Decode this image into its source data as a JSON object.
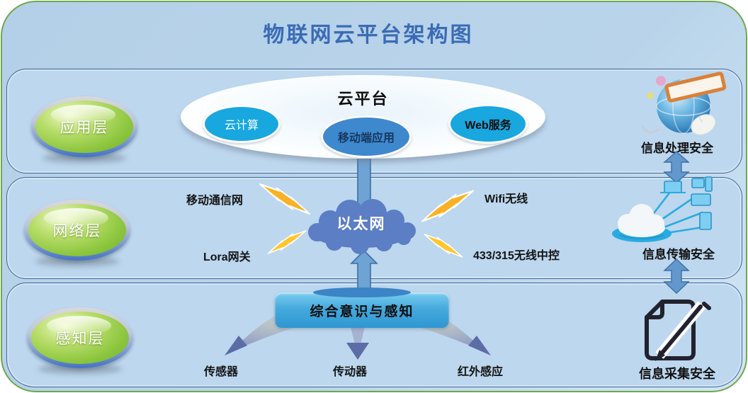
{
  "title": "物联网云平台架构图",
  "layers": {
    "application": {
      "badge": "应用层"
    },
    "network": {
      "badge": "网络层"
    },
    "perception": {
      "badge": "感知层"
    }
  },
  "cloud_platform": {
    "title": "云平台",
    "nodes": [
      {
        "label": "云计算"
      },
      {
        "label": "移动端应用"
      },
      {
        "label": "Web服务"
      }
    ]
  },
  "network_layer": {
    "hub": "以太网",
    "top_left": "移动通信网",
    "top_right": "Wifi无线",
    "bottom_left": "Lora网关",
    "bottom_right": "433/315无线中控"
  },
  "perception_layer": {
    "hub": "综合意识与感知",
    "items": [
      {
        "label": "传感器"
      },
      {
        "label": "传动器"
      },
      {
        "label": "红外感应"
      }
    ]
  },
  "security_column": [
    {
      "label": "信息处理安全",
      "icon": "globe-edit-icon"
    },
    {
      "label": "信息传输安全",
      "icon": "cloud-network-icon"
    },
    {
      "label": "信息采集安全",
      "icon": "document-pencil-icon"
    }
  ],
  "colors": {
    "outer_border_green": "#6fa84e",
    "panel_border_blue": "#3f6596",
    "background_blue": "#b9d4ea",
    "title_blue": "#3a6bb5",
    "badge_green": "#8cc63e",
    "node_cyan": "#18a7de",
    "node_blue": "#3e88ce",
    "ethernet_cloud_blue": "#5b7ec4",
    "arrow_blue": "#6fa3d3",
    "lightning_gold": "#ffc62e",
    "hub_box_blue": "#45aadd",
    "banner_orange": "#d9813b"
  }
}
